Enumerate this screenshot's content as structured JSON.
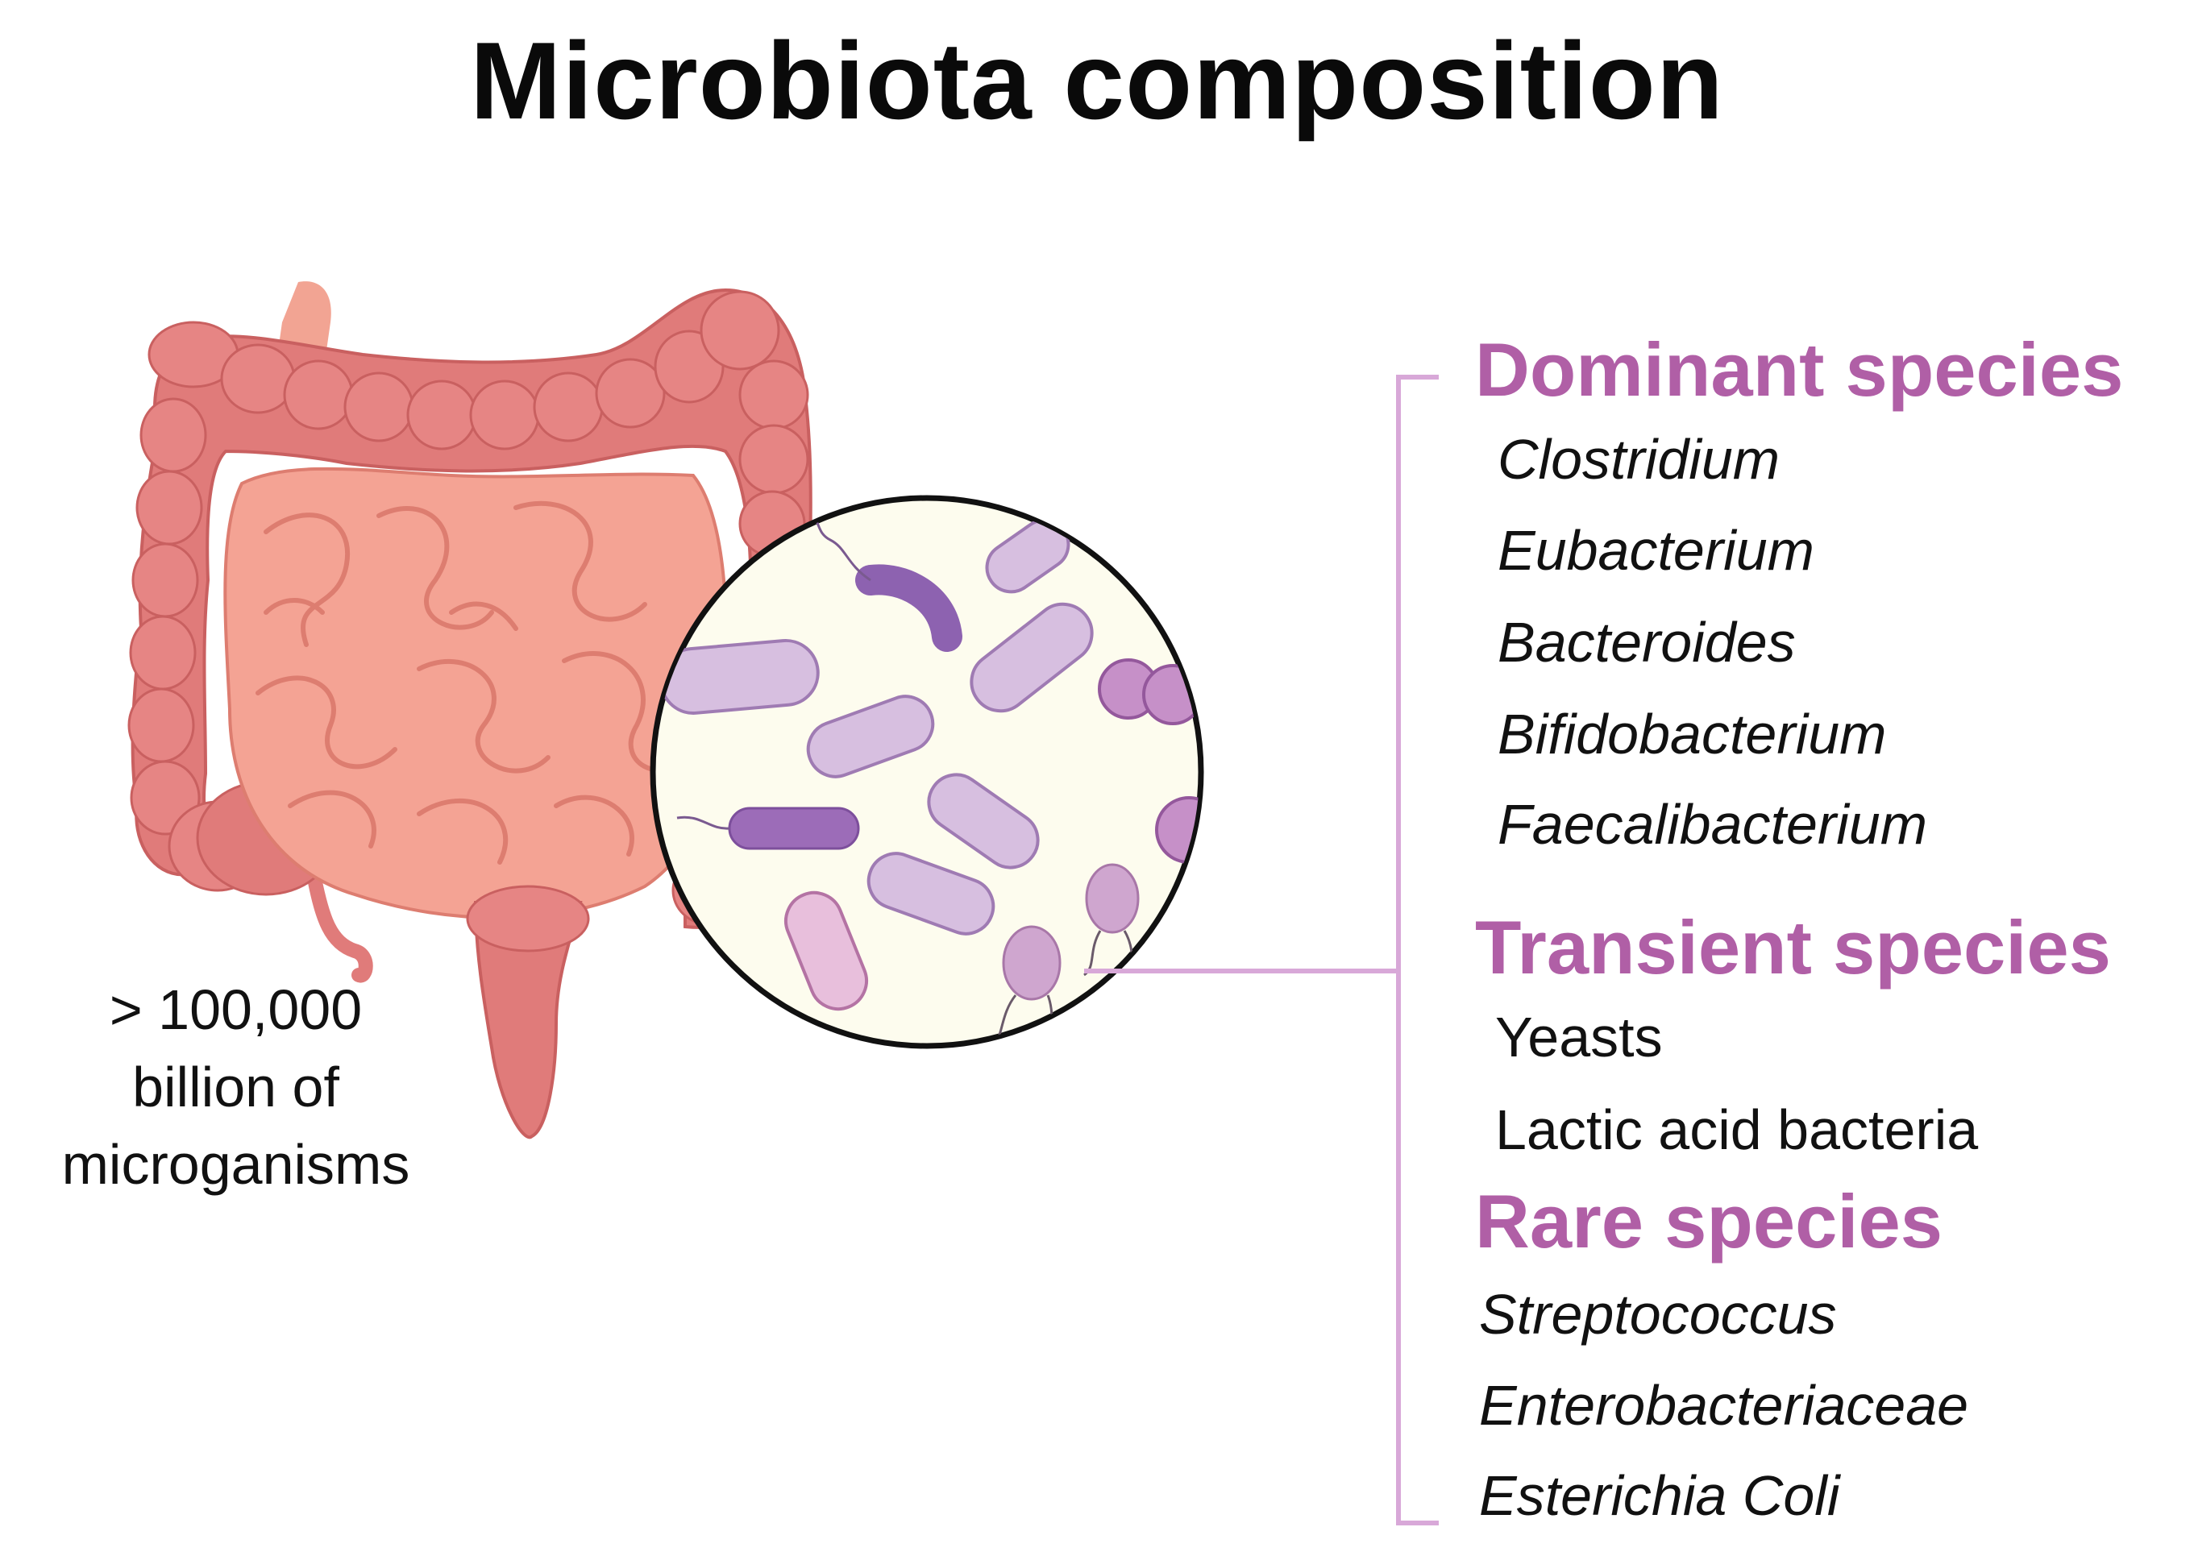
{
  "title": "Microbiota composition",
  "count_label": [
    "> 100,000",
    "billion of",
    "microganisms"
  ],
  "colors": {
    "accent": "#b05fa6",
    "bracket": "#d8a8d8",
    "colon": "#e07a7a",
    "small_intestine": "#f4a394",
    "lens_bg": "#fdfcee"
  },
  "categories": [
    {
      "name": "Dominant species",
      "style": "italic",
      "items": [
        "Clostridium",
        "Eubacterium",
        "Bacteroides",
        "Bifidobacterium",
        "Faecalibacterium"
      ]
    },
    {
      "name": "Transient species",
      "style": "normal",
      "items": [
        "Yeasts",
        "Lactic acid bacteria"
      ]
    },
    {
      "name": "Rare species",
      "style": "italic",
      "items": [
        "Streptococcus",
        "Enterobacteriaceae",
        "Esterichia Coli"
      ]
    }
  ]
}
